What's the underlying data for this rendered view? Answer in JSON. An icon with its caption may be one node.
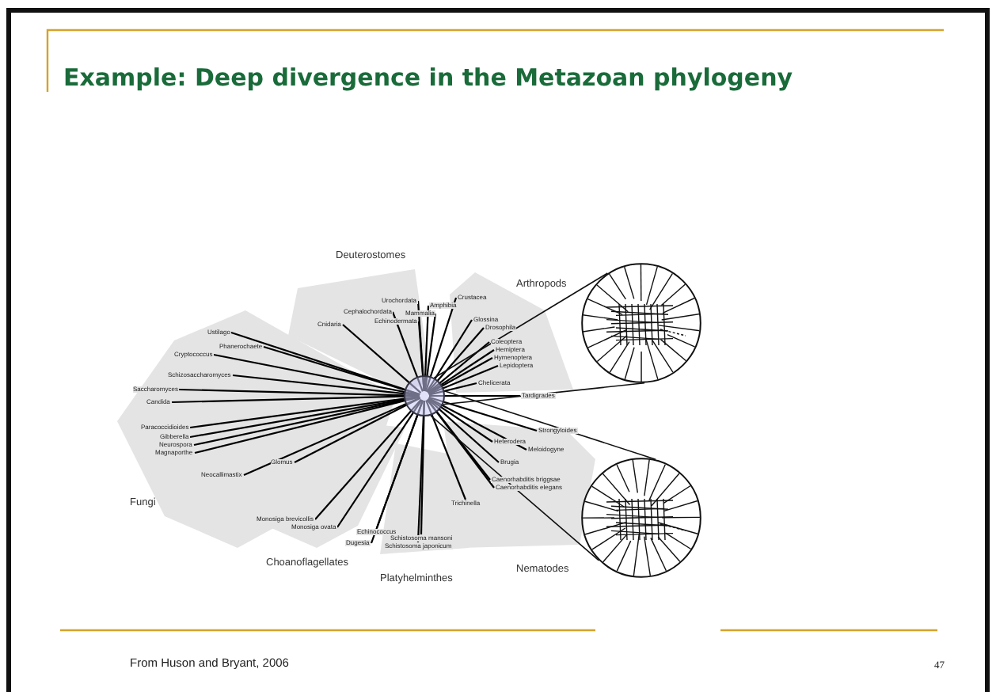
{
  "diagram": {
    "title": "Example: Deep divergence in the Metazoan phylogeny",
    "nodes": [
      {
        "text": [
          "Deuterostomes"
        ]
      },
      {
        "text": [
          "Arthropods"
        ]
      },
      {
        "text": [
          "Fungi"
        ]
      },
      {
        "text": [
          "Nematodes"
        ]
      },
      {
        "text": [
          "Choanoflagellates"
        ]
      },
      {
        "text": [
          "Platyhelminthes"
        ]
      },
      {
        "text": [],
        "shape": "circle"
      },
      {
        "text": [],
        "shape": "picture"
      },
      {
        "text": [],
        "shape": "picture"
      }
    ],
    "edges": [
      {
        "from": 6,
        "to": 7,
        "arrow": "none"
      },
      {
        "from": 6,
        "to": 8,
        "arrow": "none"
      }
    ],
    "labels": [
      "Cnidaria",
      "Urochordata",
      "Cephalochordata",
      "Mammalia",
      "Amphibia",
      "Echinodermata",
      "Crustacea",
      "Glossina",
      "Drosophila",
      "Coleoptera",
      "Hemiptera",
      "Hymenoptera",
      "Lepidoptera",
      "Chelicerata",
      "Tardigrades",
      "Ustilago",
      "Phanerochaete",
      "Cryptococcus",
      "Schizosaccharomyces",
      "Saccharomyces",
      "Candida",
      "Paracoccidioides",
      "Gibberella",
      "Neurospora",
      "Magnaporthe",
      "Glomus",
      "Neocallimastix",
      "Strongyloides",
      "Heterodera",
      "Meloidogyne",
      "Brugia",
      "Caenorhabditis briggsae",
      "Caenorhabditis elegans",
      "Trichinella",
      "Monosiga brevicollis",
      "Monosiga ovata",
      "Dugesia",
      "Echinococcus",
      "Schistosoma mansoni",
      "Schistosoma japonicum",
      "From Huson and Bryant, 2006",
      "47"
    ]
  }
}
